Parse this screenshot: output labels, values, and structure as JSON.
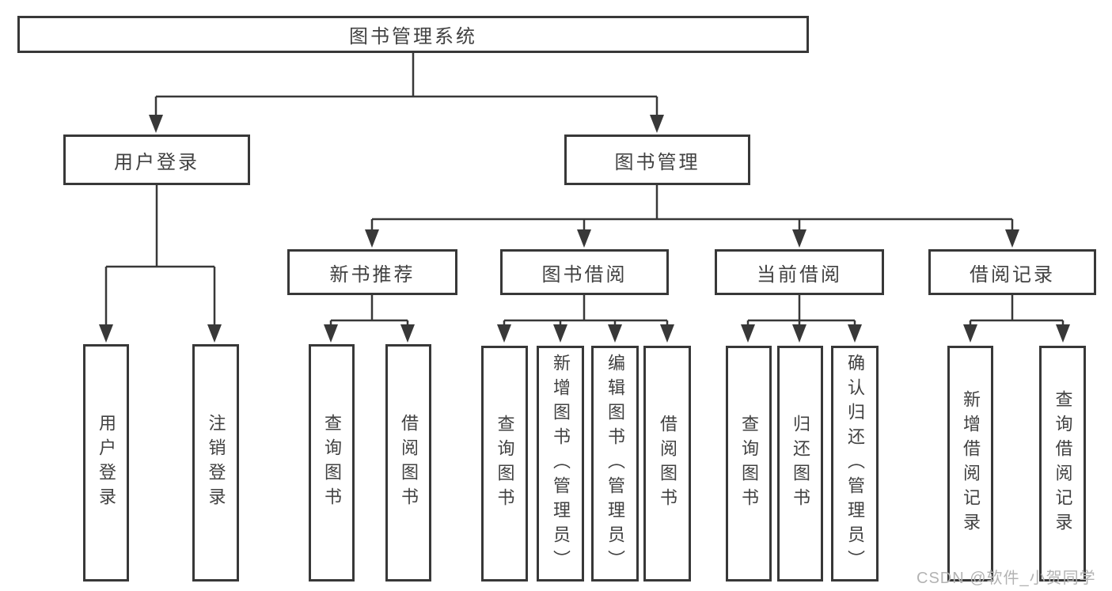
{
  "diagram": {
    "root": {
      "label": "图书管理系统"
    },
    "user_login": {
      "label": "用户登录",
      "children": [
        {
          "label": "用户登录"
        },
        {
          "label": "注销登录"
        }
      ]
    },
    "book_management": {
      "label": "图书管理",
      "sections": [
        {
          "label": "新书推荐",
          "children": [
            {
              "label": "查询图书"
            },
            {
              "label": "借阅图书"
            }
          ]
        },
        {
          "label": "图书借阅",
          "children": [
            {
              "label": "查询图书"
            },
            {
              "label": "新增图书（管理员）"
            },
            {
              "label": "编辑图书（管理员）"
            },
            {
              "label": "借阅图书"
            }
          ]
        },
        {
          "label": "当前借阅",
          "children": [
            {
              "label": "查询图书"
            },
            {
              "label": "归还图书"
            },
            {
              "label": "确认归还（管理员）"
            }
          ]
        },
        {
          "label": "借阅记录",
          "children": [
            {
              "label": "新增借阅记录"
            },
            {
              "label": "查询借阅记录"
            }
          ]
        }
      ]
    },
    "watermark": {
      "text": "CSDN @软件_小贺同学"
    },
    "colors": {
      "line": "#383838",
      "box_border": "#383838",
      "text": "#414141",
      "box_background": "#ffffff",
      "watermark": "#b3b3b3",
      "page_background": "#ffffff"
    }
  }
}
